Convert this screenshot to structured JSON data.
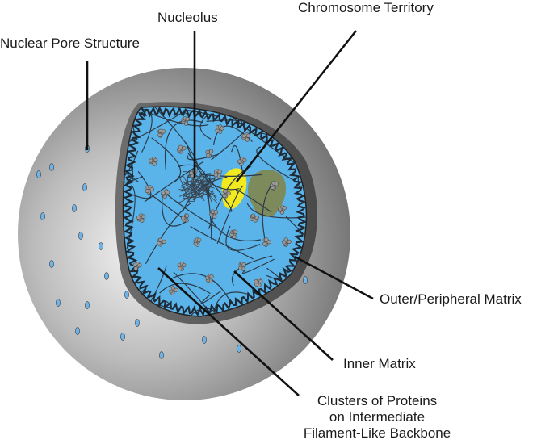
{
  "labels": {
    "nuclear_pore": "Nuclear Pore Structure",
    "nucleolus": "Nucleolus",
    "chromosome_territory": "Chromosome Territory",
    "outer_matrix": "Outer/Peripheral Matrix",
    "inner_matrix": "Inner Matrix",
    "clusters_line1": "Clusters of Proteins",
    "clusters_line2": "on Intermediate",
    "clusters_line3": "Filament-Like Backbone"
  },
  "colors": {
    "sphere": "#8c8c8c",
    "interior": "#5ab4ea",
    "filament": "#2b3a48",
    "protein": "#9a9a9a",
    "chromosome_yellow": "#f2ea1c",
    "chromosome_green": "#7d8a5c",
    "pore": "#6fb4e8"
  }
}
